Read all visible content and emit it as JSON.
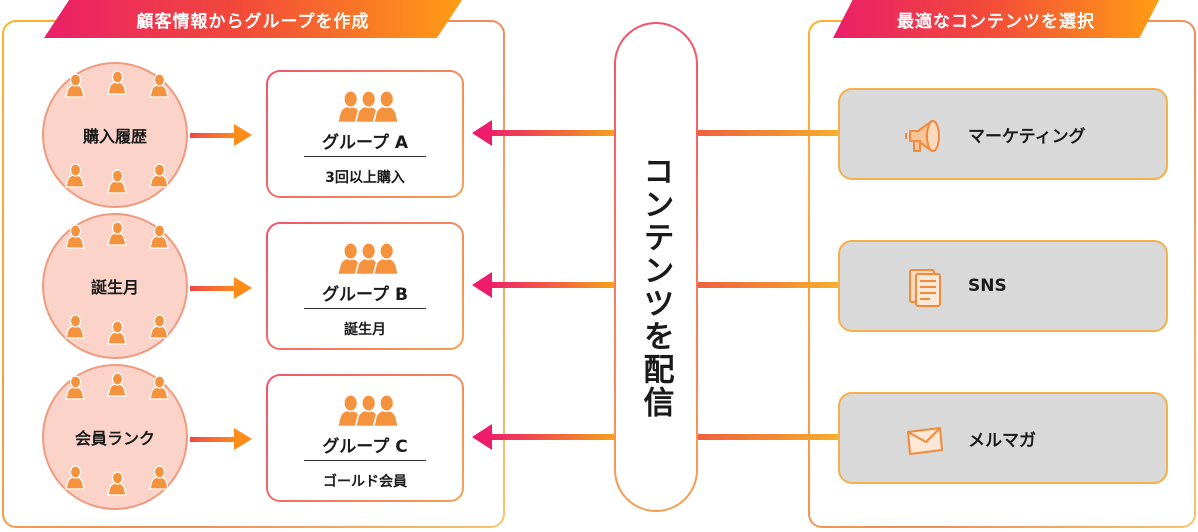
{
  "left_panel": {
    "title": "顧客情報からグループを作成"
  },
  "right_panel": {
    "title": "最適なコンテンツを選択"
  },
  "segments": [
    {
      "label": "購入履歴",
      "group": "グループ A",
      "criteria": "3回以上購入"
    },
    {
      "label": "誕生月",
      "group": "グループ B",
      "criteria": "誕生月"
    },
    {
      "label": "会員ランク",
      "group": "グループ C",
      "criteria": "ゴールド会員"
    }
  ],
  "center": {
    "label": "コンテンツを配信"
  },
  "contents": [
    {
      "label": "マーケティング",
      "icon": "megaphone-icon"
    },
    {
      "label": "SNS",
      "icon": "document-icon"
    },
    {
      "label": "メルマガ",
      "icon": "envelope-icon"
    }
  ],
  "colors": {
    "accent_pink": "#ea1f6a",
    "accent_orange": "#ff9d14",
    "circle_fill": "#fbd3c8",
    "card_gray": "#d9d9d9"
  }
}
